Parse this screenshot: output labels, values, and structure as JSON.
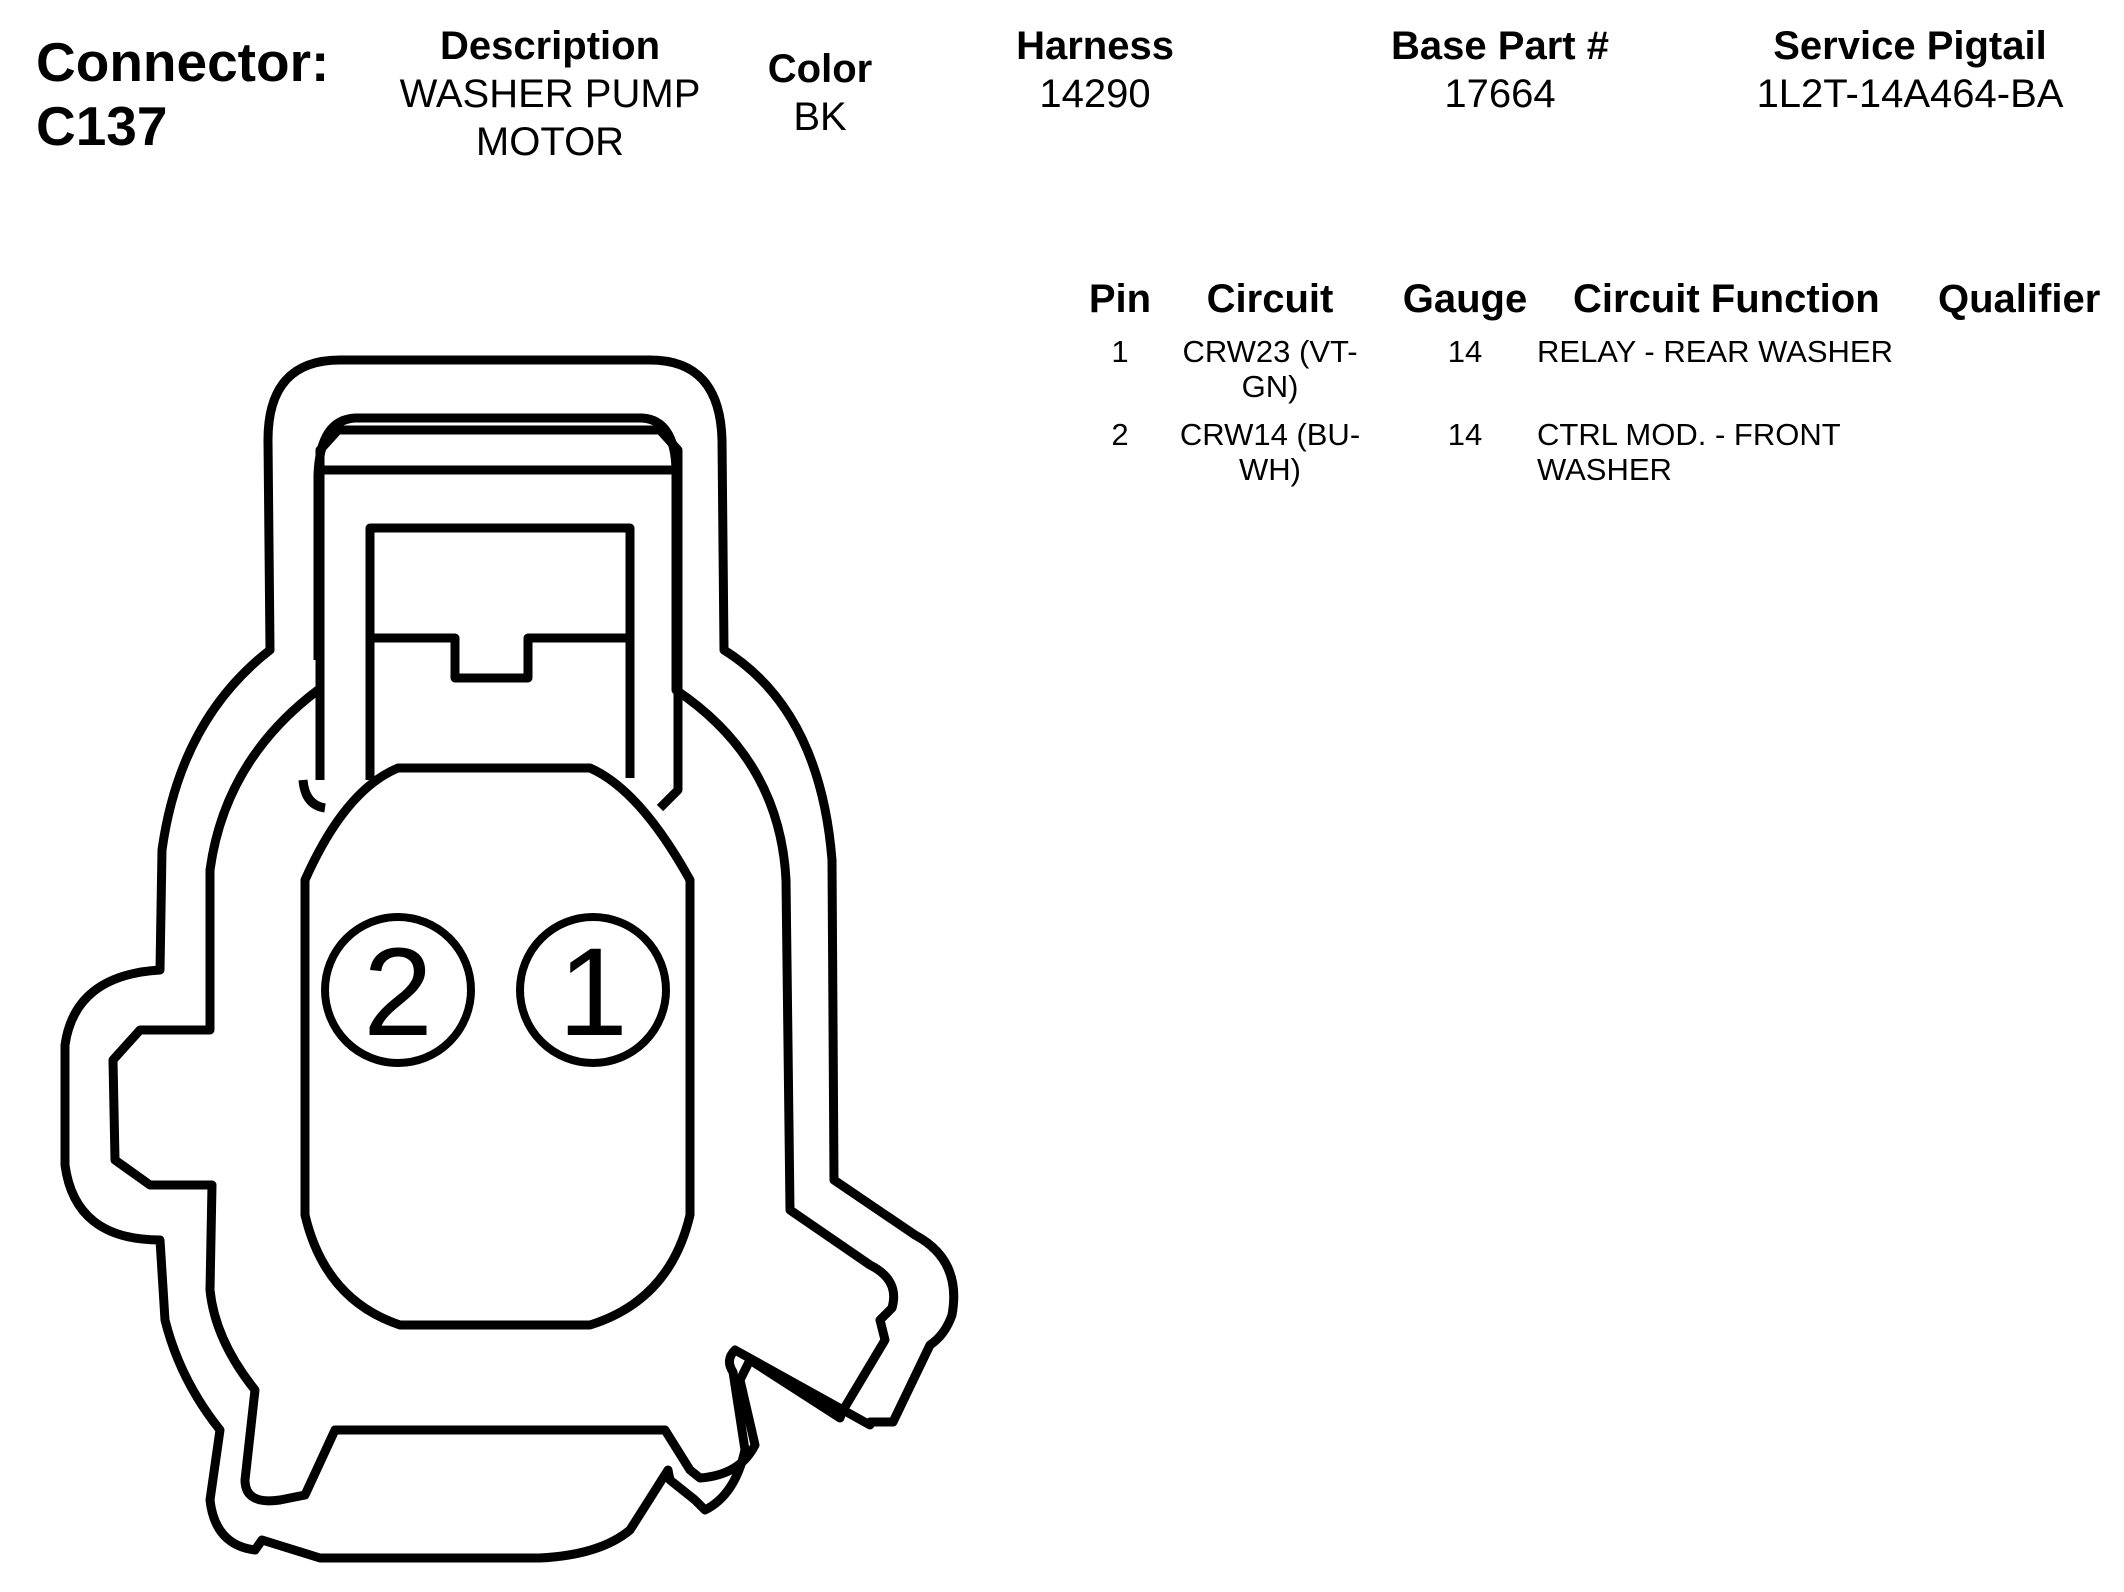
{
  "connector": {
    "label": "Connector:",
    "id": "C137"
  },
  "header": {
    "description_label": "Description",
    "description_lines": [
      "WASHER PUMP",
      "MOTOR"
    ],
    "color_label": "Color",
    "color_value": "BK",
    "harness_label": "Harness",
    "harness_value": "14290",
    "base_part_label": "Base Part #",
    "base_part_value": "17664",
    "pigtail_label": "Service Pigtail",
    "pigtail_value": "1L2T-14A464-BA"
  },
  "pin_table": {
    "headers": [
      "Pin",
      "Circuit",
      "Gauge",
      "Circuit Function",
      "Qualifier"
    ],
    "rows": [
      {
        "pin": "1",
        "circuit_lines": [
          "CRW23 (VT-",
          "GN)"
        ],
        "gauge": "14",
        "function_lines": [
          "RELAY - REAR WASHER"
        ],
        "qualifier": ""
      },
      {
        "pin": "2",
        "circuit_lines": [
          "CRW14 (BU-",
          "WH)"
        ],
        "gauge": "14",
        "function_lines": [
          "CTRL MOD. - FRONT",
          "WASHER"
        ],
        "qualifier": ""
      }
    ]
  },
  "diagram": {
    "pin_labels": [
      "2",
      "1"
    ],
    "line_color": "#000000"
  }
}
